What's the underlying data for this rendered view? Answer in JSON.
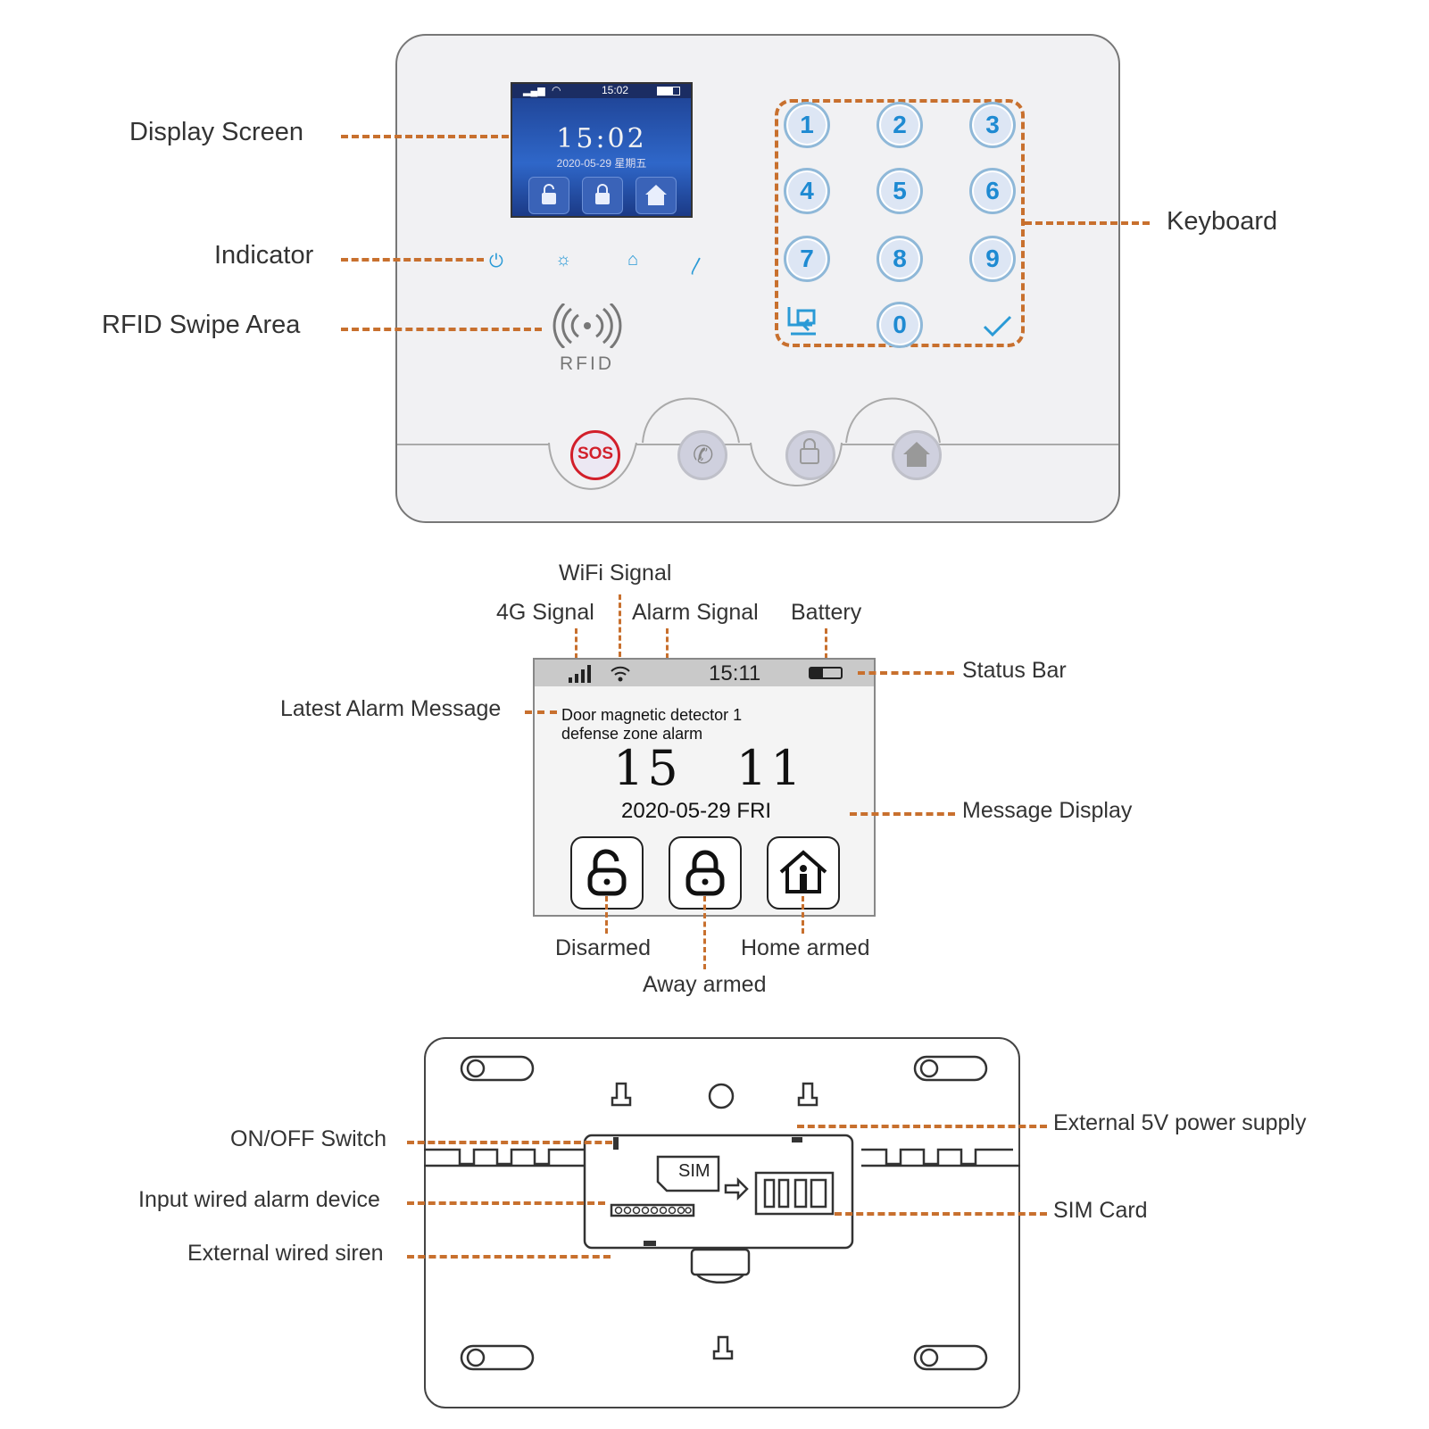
{
  "labels": {
    "display_screen": "Display Screen",
    "indicator": "Indicator",
    "rfid_swipe_area": "RFID Swipe Area",
    "keyboard": "Keyboard",
    "wifi_signal": "WiFi Signal",
    "g4_signal": "4G Signal",
    "alarm_signal": "Alarm Signal",
    "battery": "Battery",
    "status_bar": "Status Bar",
    "latest_alarm_message": "Latest Alarm Message",
    "message_display": "Message Display",
    "disarmed": "Disarmed",
    "away_armed": "Away armed",
    "home_armed": "Home armed",
    "on_off_switch": "ON/OFF Switch",
    "input_wired_alarm_device": "Input wired alarm device",
    "external_wired_siren": "External wired siren",
    "external_5v_power_supply": "External 5V power supply",
    "sim_card": "SIM Card"
  },
  "panel": {
    "lcd_time_small": "15:02",
    "lcd_time": "15:02",
    "lcd_date": "2020-05-29 星期五",
    "rfid_text": "RFID",
    "keys": [
      "1",
      "2",
      "3",
      "4",
      "5",
      "6",
      "7",
      "8",
      "9",
      "0"
    ],
    "sos_label": "SOS"
  },
  "screen": {
    "status_time": "15:11",
    "alarm_message_line1": "Door magnetic detector 1",
    "alarm_message_line2": "defense zone alarm",
    "clock": "15 11",
    "date": "2020-05-29  FRI"
  },
  "plate": {
    "sim_label": "SIM"
  },
  "colors": {
    "accent_dash": "#c8702e",
    "key_digit": "#1e8ad2",
    "sos_red": "#d21f2b"
  }
}
